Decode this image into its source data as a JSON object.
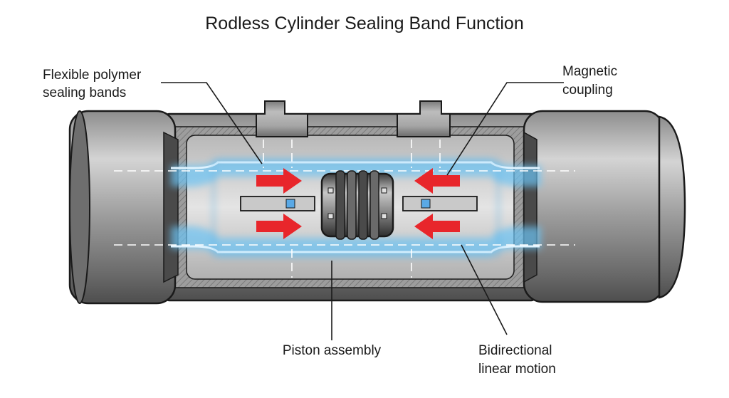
{
  "title": "Rodless Cylinder Sealing Band Function",
  "labels": {
    "sealing_bands": [
      "Flexible polymer",
      "sealing bands"
    ],
    "magnetic_coupling": [
      "Magnetic",
      "coupling"
    ],
    "piston_assembly": [
      "Piston assembly"
    ],
    "bidirectional_motion": [
      "Bidirectional",
      "linear motion"
    ]
  },
  "colors": {
    "metal_dark": "#5c5c5c",
    "metal_mid": "#9a9a9a",
    "metal_light": "#d9d9d9",
    "seal_glow": "#5ab8f0",
    "arrow_red": "#e8262b",
    "outline": "#1a1a1a"
  },
  "icons": [
    "arrow-right-icon",
    "arrow-left-icon"
  ]
}
